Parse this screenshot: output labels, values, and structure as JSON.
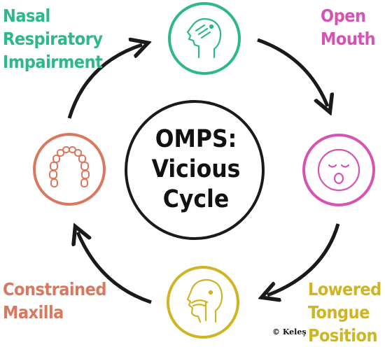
{
  "center": {
    "lines": [
      "OMPS:",
      "Vicious",
      "Cycle"
    ]
  },
  "nodes": [
    {
      "id": "nasal",
      "label_lines": [
        "Nasal",
        "Respiratory",
        "Impairment"
      ],
      "color": "#2eb88a",
      "icon": "nose-airway-icon"
    },
    {
      "id": "mouth",
      "label_lines": [
        "Open",
        "Mouth"
      ],
      "color": "#d653b4",
      "icon": "open-mouth-face-icon"
    },
    {
      "id": "tongue",
      "label_lines": [
        "Lowered",
        "Tongue",
        "Position"
      ],
      "color": "#cfb424",
      "icon": "head-profile-tongue-icon"
    },
    {
      "id": "maxilla",
      "label_lines": [
        "Constrained",
        "Maxilla"
      ],
      "color": "#d9785f",
      "icon": "dental-arch-icon"
    }
  ],
  "credit": "© Keleş",
  "colors": {
    "nasal": "#2eb88a",
    "mouth": "#d653b4",
    "tongue": "#cfb424",
    "maxilla": "#d9785f",
    "arrow": "#1a1a1a",
    "center_ring": "#1a1a1a"
  }
}
